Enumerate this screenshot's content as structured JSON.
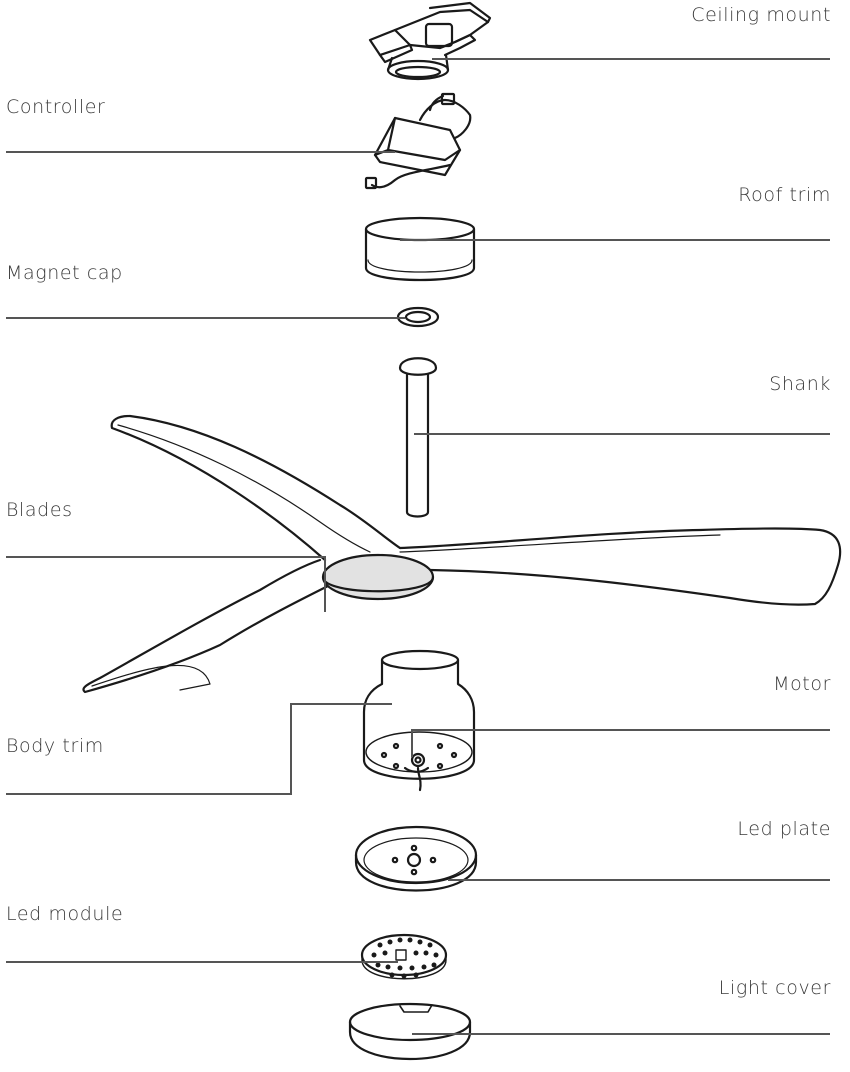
{
  "parts": {
    "ceiling_mount": "Ceiling mount",
    "controller": "Controller",
    "roof_trim": "Roof trim",
    "magnet_cap": "Magnet cap",
    "shank": "Shank",
    "blades": "Blades",
    "motor": "Motor",
    "body_trim": "Body trim",
    "led_plate": "Led plate",
    "led_module": "Led module",
    "light_cover": "Light cover"
  },
  "colors": {
    "stroke": "#1a1a1a",
    "leader": "#555555",
    "fill_grey": "#e2e2e2",
    "background": "#ffffff"
  }
}
